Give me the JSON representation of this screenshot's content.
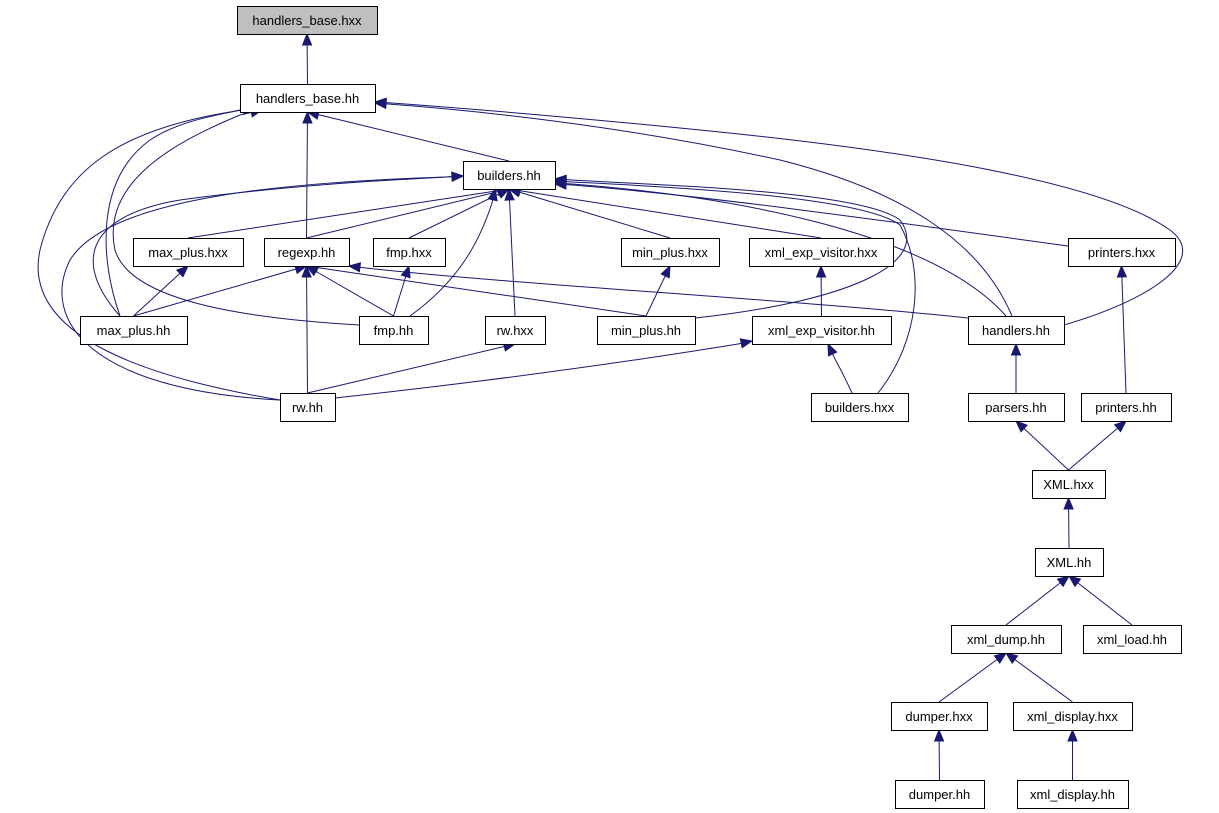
{
  "graph": {
    "colors": {
      "edge": "#191970",
      "root_fill": "#bfbfbf",
      "node_fill": "#ffffff",
      "node_border": "#000000"
    },
    "nodes": [
      {
        "id": "handlers_base_hxx",
        "label": "handlers_base.hxx",
        "root": true
      },
      {
        "id": "handlers_base_hh",
        "label": "handlers_base.hh"
      },
      {
        "id": "builders_hh",
        "label": "builders.hh"
      },
      {
        "id": "max_plus_hxx",
        "label": "max_plus.hxx"
      },
      {
        "id": "regexp_hh",
        "label": "regexp.hh"
      },
      {
        "id": "fmp_hxx",
        "label": "fmp.hxx"
      },
      {
        "id": "min_plus_hxx",
        "label": "min_plus.hxx"
      },
      {
        "id": "xml_exp_visitor_hxx",
        "label": "xml_exp_visitor.hxx"
      },
      {
        "id": "printers_hxx",
        "label": "printers.hxx"
      },
      {
        "id": "max_plus_hh",
        "label": "max_plus.hh"
      },
      {
        "id": "fmp_hh",
        "label": "fmp.hh"
      },
      {
        "id": "rw_hxx",
        "label": "rw.hxx"
      },
      {
        "id": "min_plus_hh",
        "label": "min_plus.hh"
      },
      {
        "id": "xml_exp_visitor_hh",
        "label": "xml_exp_visitor.hh"
      },
      {
        "id": "handlers_hh",
        "label": "handlers.hh"
      },
      {
        "id": "rw_hh",
        "label": "rw.hh"
      },
      {
        "id": "builders_hxx",
        "label": "builders.hxx"
      },
      {
        "id": "parsers_hh",
        "label": "parsers.hh"
      },
      {
        "id": "printers_hh",
        "label": "printers.hh"
      },
      {
        "id": "XML_hxx",
        "label": "XML.hxx"
      },
      {
        "id": "XML_hh",
        "label": "XML.hh"
      },
      {
        "id": "xml_dump_hh",
        "label": "xml_dump.hh"
      },
      {
        "id": "xml_load_hh",
        "label": "xml_load.hh"
      },
      {
        "id": "dumper_hxx",
        "label": "dumper.hxx"
      },
      {
        "id": "xml_display_hxx",
        "label": "xml_display.hxx"
      },
      {
        "id": "dumper_hh",
        "label": "dumper.hh"
      },
      {
        "id": "xml_display_hh",
        "label": "xml_display.hh"
      }
    ],
    "edges": [
      {
        "from": "handlers_base_hh",
        "to": "handlers_base_hxx"
      },
      {
        "from": "builders_hh",
        "to": "handlers_base_hh"
      },
      {
        "from": "regexp_hh",
        "to": "handlers_base_hh"
      },
      {
        "from": "max_plus_hh",
        "to": "handlers_base_hh"
      },
      {
        "from": "fmp_hh",
        "to": "handlers_base_hh"
      },
      {
        "from": "rw_hh",
        "to": "handlers_base_hh"
      },
      {
        "from": "handlers_hh",
        "to": "handlers_base_hh"
      },
      {
        "from": "max_plus_hxx",
        "to": "builders_hh"
      },
      {
        "from": "regexp_hh",
        "to": "builders_hh"
      },
      {
        "from": "fmp_hxx",
        "to": "builders_hh"
      },
      {
        "from": "min_plus_hxx",
        "to": "builders_hh"
      },
      {
        "from": "xml_exp_visitor_hxx",
        "to": "builders_hh"
      },
      {
        "from": "printers_hxx",
        "to": "builders_hh"
      },
      {
        "from": "max_plus_hh",
        "to": "builders_hh"
      },
      {
        "from": "fmp_hh",
        "to": "builders_hh"
      },
      {
        "from": "rw_hxx",
        "to": "builders_hh"
      },
      {
        "from": "min_plus_hh",
        "to": "builders_hh"
      },
      {
        "from": "rw_hh",
        "to": "builders_hh"
      },
      {
        "from": "builders_hxx",
        "to": "builders_hh"
      },
      {
        "from": "handlers_hh",
        "to": "builders_hh"
      },
      {
        "from": "max_plus_hh",
        "to": "max_plus_hxx"
      },
      {
        "from": "max_plus_hh",
        "to": "regexp_hh"
      },
      {
        "from": "fmp_hh",
        "to": "regexp_hh"
      },
      {
        "from": "min_plus_hh",
        "to": "regexp_hh"
      },
      {
        "from": "rw_hh",
        "to": "regexp_hh"
      },
      {
        "from": "handlers_hh",
        "to": "regexp_hh"
      },
      {
        "from": "fmp_hh",
        "to": "fmp_hxx"
      },
      {
        "from": "min_plus_hh",
        "to": "min_plus_hxx"
      },
      {
        "from": "xml_exp_visitor_hh",
        "to": "xml_exp_visitor_hxx"
      },
      {
        "from": "rw_hh",
        "to": "rw_hxx"
      },
      {
        "from": "rw_hh",
        "to": "xml_exp_visitor_hh"
      },
      {
        "from": "builders_hxx",
        "to": "xml_exp_visitor_hh"
      },
      {
        "from": "parsers_hh",
        "to": "handlers_hh"
      },
      {
        "from": "printers_hh",
        "to": "printers_hxx"
      },
      {
        "from": "XML_hxx",
        "to": "parsers_hh"
      },
      {
        "from": "XML_hxx",
        "to": "printers_hh"
      },
      {
        "from": "XML_hh",
        "to": "XML_hxx"
      },
      {
        "from": "xml_dump_hh",
        "to": "XML_hh"
      },
      {
        "from": "xml_load_hh",
        "to": "XML_hh"
      },
      {
        "from": "dumper_hxx",
        "to": "xml_dump_hh"
      },
      {
        "from": "xml_display_hxx",
        "to": "xml_dump_hh"
      },
      {
        "from": "dumper_hh",
        "to": "dumper_hxx"
      },
      {
        "from": "xml_display_hh",
        "to": "xml_display_hxx"
      }
    ]
  }
}
